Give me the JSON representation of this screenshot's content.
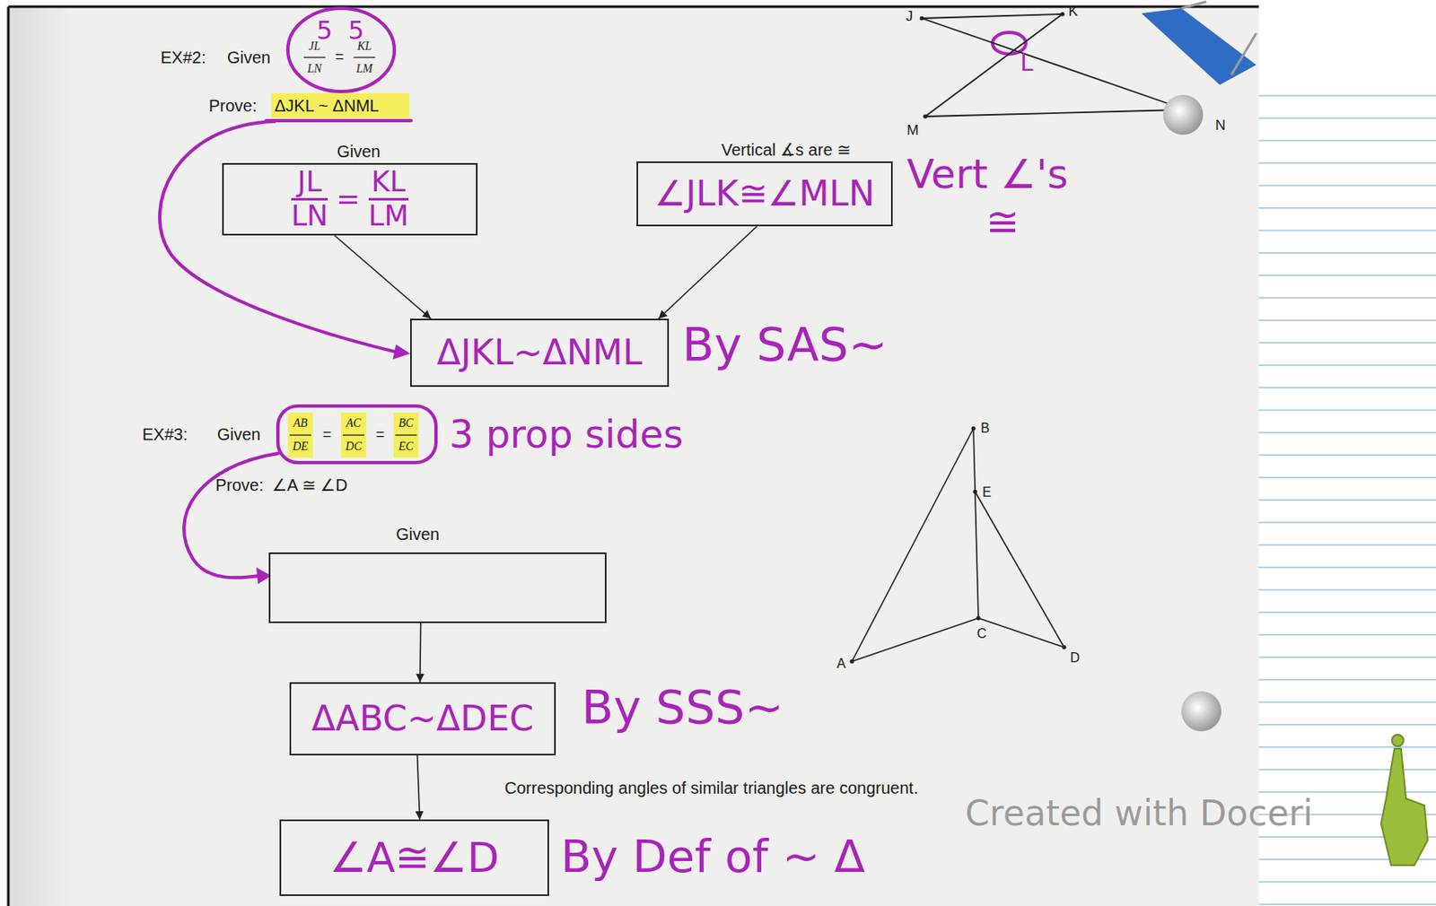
{
  "diagram": {
    "nodes": [
      {
        "text": [
          "Given",
          "JL",
          "LN",
          "=",
          "KL",
          "LM"
        ]
      },
      {
        "text": [
          "Vertical ∡s are ≅",
          "∠JLK≅∠MLN"
        ]
      },
      {
        "text": [
          "ΔJKL~ΔNML"
        ]
      },
      {
        "text": [
          "Given"
        ]
      },
      {
        "text": [
          "ΔABC~ΔDEC"
        ]
      },
      {
        "text": [
          "Corresponding angles of similar triangles are congruent.",
          "∠A≅∠D"
        ]
      }
    ],
    "edges": [
      {
        "from": 0,
        "to": 2,
        "arrow": "to"
      },
      {
        "from": 1,
        "to": 2,
        "arrow": "to"
      },
      {
        "from": 3,
        "to": 4,
        "arrow": "to"
      },
      {
        "from": 4,
        "to": 5,
        "arrow": "to"
      }
    ],
    "labels": [
      "EX#2:",
      "Given",
      "5",
      "5",
      "JL",
      "LN",
      "=",
      "KL",
      "LM",
      "Prove:",
      "ΔJKL ~ ΔNML",
      "Vert ∠'s",
      "≅",
      "By SAS~",
      "J",
      "K",
      "L",
      "M",
      "N",
      "EX#3:",
      "Given",
      "AB",
      "DE",
      "=",
      "AC",
      "DC",
      "=",
      "BC",
      "EC",
      "3 prop sides",
      "Prove:",
      "∠A ≅ ∠D",
      "B",
      "E",
      "C",
      "A",
      "D",
      "By SSS~",
      "By Def of ~ Δ",
      "Created with Doceri"
    ]
  }
}
